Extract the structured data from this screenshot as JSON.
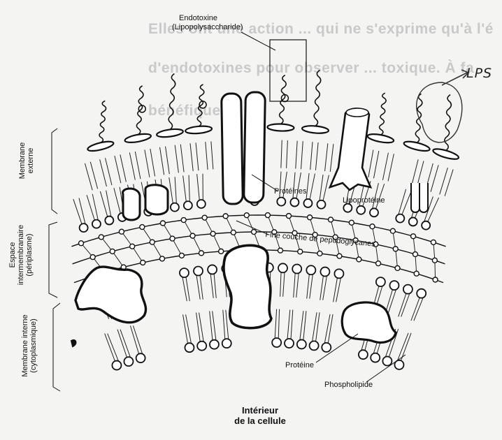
{
  "labels": {
    "endotoxine_line1": "Endotoxine",
    "endotoxine_line2": "(Lipopolysaccharide)",
    "lps": "LPS",
    "proteines": "Protéines",
    "lipoproteine": "Lipoprotéine",
    "peptidoglycanes": "Fine couche de peptidoglycanes",
    "proteine": "Protéine",
    "phospholipide": "Phospholipide",
    "interieur_line1": "Intérieur",
    "interieur_line2": "de la cellule"
  },
  "side_labels": {
    "membrane_externe_line1": "Membrane",
    "membrane_externe_line2": "externe",
    "espace_line1": "Espace",
    "espace_line2": "intermembranaire",
    "espace_line3": "(périplasme)",
    "membrane_interne_line1": "Membrane interne",
    "membrane_interne_line2": "(cytoplasmique)"
  },
  "background_text": {
    "line1": "Elles ont une action ... qui ne s'exprime qu'à l'é",
    "line2": "d'endotoxines pour observer ... toxique. À fa",
    "line3": "bénéfique"
  },
  "colors": {
    "ink": "#111111",
    "paper": "#f4f4f2",
    "ghost": "#c9c9c9"
  }
}
